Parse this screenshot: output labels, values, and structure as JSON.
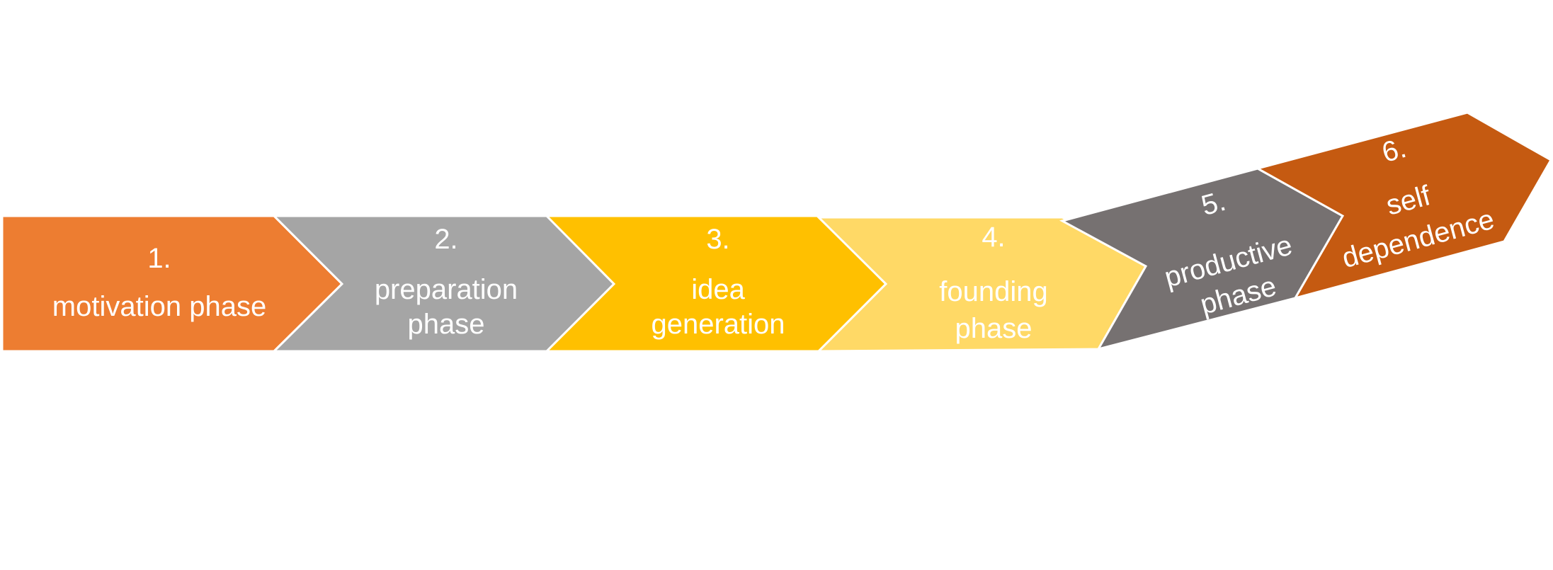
{
  "phases": [
    {
      "number": "1.",
      "line1": "motivation phase",
      "line2": "",
      "color": "#ED7D31"
    },
    {
      "number": "2.",
      "line1": "preparation",
      "line2": "phase",
      "color": "#A5A5A5"
    },
    {
      "number": "3.",
      "line1": "idea",
      "line2": "generation",
      "color": "#FFC000"
    },
    {
      "number": "4.",
      "line1": "founding",
      "line2": "phase",
      "color": "#FFD966"
    },
    {
      "number": "5.",
      "line1": "productive",
      "line2": "phase",
      "color": "#767171"
    },
    {
      "number": "6.",
      "line1": "self",
      "line2": "dependence",
      "color": "#C55A11"
    }
  ]
}
